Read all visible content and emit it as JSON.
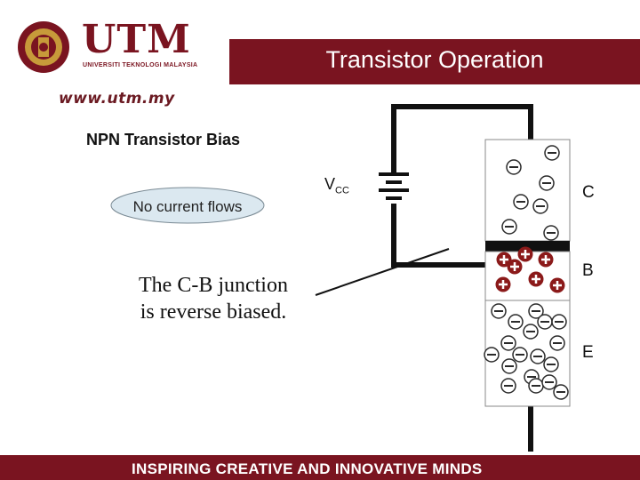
{
  "header": {
    "logo_text": "UTM",
    "logo_subtitle": "UNIVERSITI TEKNOLOGI MALAYSIA",
    "title": "Transistor Operation",
    "url": "www.utm.my"
  },
  "slide": {
    "subtitle": "NPN Transistor Bias",
    "bubble_text": "No current flows",
    "note_line1": "The C-B junction",
    "note_line2": "is reverse biased.",
    "vcc_main": "V",
    "vcc_sub": "CC",
    "label_collector": "C",
    "label_base": "B",
    "label_emitter": "E"
  },
  "footer": {
    "text": "INSPIRING CREATIVE AND INNOVATIVE MINDS"
  },
  "colors": {
    "brand": "#7a1420",
    "bubble": "#dbe8f0",
    "hole": "#8b1a1a",
    "electron": "#2a2a2a"
  },
  "icons": {
    "seal": "utm-seal-icon",
    "battery": "battery-icon",
    "electron": "electron-minus-icon",
    "hole": "hole-plus-icon"
  }
}
